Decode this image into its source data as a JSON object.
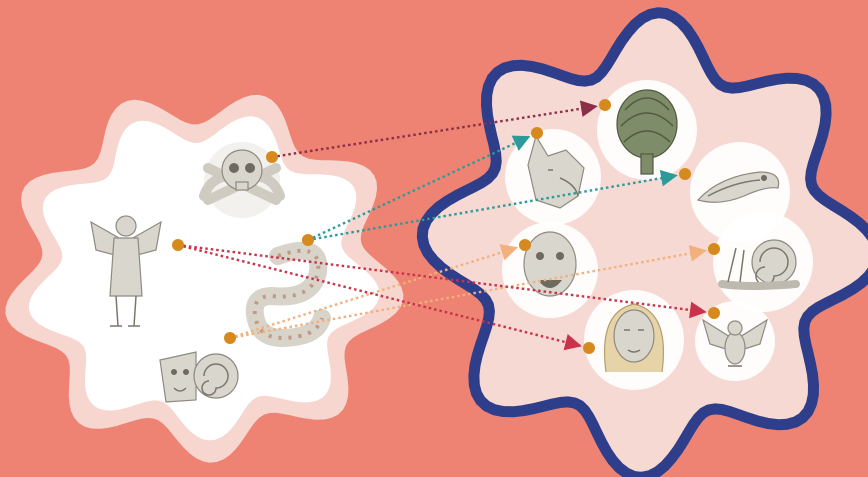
{
  "colors": {
    "background": "#EE8373",
    "left_blob_outer": "#F6D6CF",
    "left_blob_inner": "#FFFFFF",
    "right_blob_outline": "#2E3E8A",
    "right_blob_fill": "#F7D9D3",
    "card_fill": "#FFFFFF",
    "figure_stone": "#CFCCC3",
    "figure_stone_dark": "#8E8A80",
    "figure_green": "#6E7D5E",
    "dot": "#D68A1E",
    "arrow_maroon": "#8B2E48",
    "arrow_teal": "#2A9A9A",
    "arrow_peach": "#F2B07C",
    "arrow_red": "#C9324A"
  },
  "left_figures": [
    {
      "name": "skull-crossbones",
      "icon": "skull-crossbones-icon"
    },
    {
      "name": "harpy",
      "icon": "winged-woman-icon"
    },
    {
      "name": "serpent",
      "icon": "serpent-icon"
    },
    {
      "name": "snail-head",
      "icon": "snail-with-face-icon"
    }
  ],
  "right_figures": [
    {
      "name": "artichoke",
      "icon": "artichoke-icon"
    },
    {
      "name": "wolf",
      "icon": "wolf-head-icon"
    },
    {
      "name": "snake",
      "icon": "snake-head-icon"
    },
    {
      "name": "grotesque",
      "icon": "grotesque-face-icon"
    },
    {
      "name": "snail",
      "icon": "snail-icon"
    },
    {
      "name": "woman",
      "icon": "woman-face-icon"
    },
    {
      "name": "eagle",
      "icon": "eagle-icon"
    }
  ],
  "arrows": [
    {
      "from": "skull-crossbones",
      "to": "artichoke",
      "color": "arrow_maroon"
    },
    {
      "from": "serpent",
      "to": "wolf",
      "color": "arrow_teal"
    },
    {
      "from": "serpent",
      "to": "snake",
      "color": "arrow_teal"
    },
    {
      "from": "snail-head",
      "to": "grotesque",
      "color": "arrow_peach"
    },
    {
      "from": "snail-head",
      "to": "snail",
      "color": "arrow_peach"
    },
    {
      "from": "harpy",
      "to": "woman",
      "color": "arrow_red"
    },
    {
      "from": "harpy",
      "to": "eagle",
      "color": "arrow_red"
    }
  ]
}
